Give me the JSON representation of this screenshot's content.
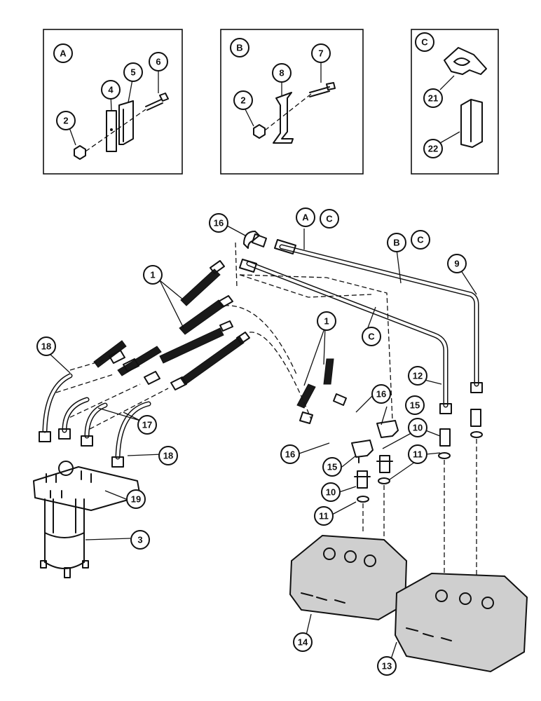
{
  "inset_a": {
    "letter": "A",
    "callouts": [
      "2",
      "4",
      "5",
      "6"
    ]
  },
  "inset_b": {
    "letter": "B",
    "callouts": [
      "2",
      "8",
      "7"
    ]
  },
  "inset_c": {
    "letter": "C",
    "callouts": [
      "21",
      "22"
    ]
  },
  "main_callouts": {
    "c16_top": "16",
    "c1_left": "1",
    "c18_left": "18",
    "c17": "17",
    "c18_right": "18",
    "c19": "19",
    "c3": "3",
    "c1_right": "1",
    "c16_mid": "16",
    "c16_low": "16",
    "c15_upper": "15",
    "c15_lower": "15",
    "c10_upper": "10",
    "c10_lower": "10",
    "c11_upper": "11",
    "c11_lower": "11",
    "c12": "12",
    "c9": "9",
    "c14": "14",
    "c13": "13"
  },
  "view_refs": {
    "ac_a": "A",
    "ac_c": "C",
    "bc_b": "B",
    "bc_c": "C",
    "c_only": "C"
  }
}
